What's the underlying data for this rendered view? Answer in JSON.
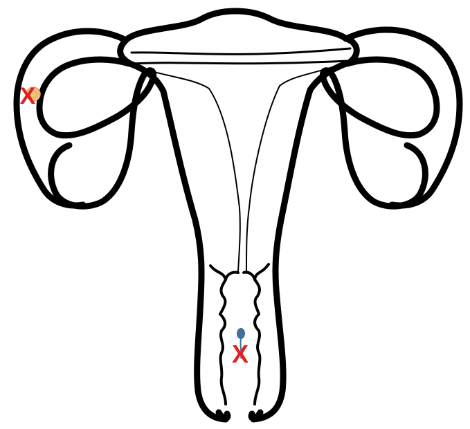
{
  "diagram": {
    "markers": [
      {
        "id": "left-ovary-marker",
        "symbol": "X",
        "color": "#e02020"
      },
      {
        "id": "cervix-marker",
        "symbol": "X",
        "color": "#e02020"
      }
    ],
    "object_colors": {
      "outline": "#000000",
      "ovum": "#f1c27d",
      "sperm": "#3f6f9c"
    }
  }
}
